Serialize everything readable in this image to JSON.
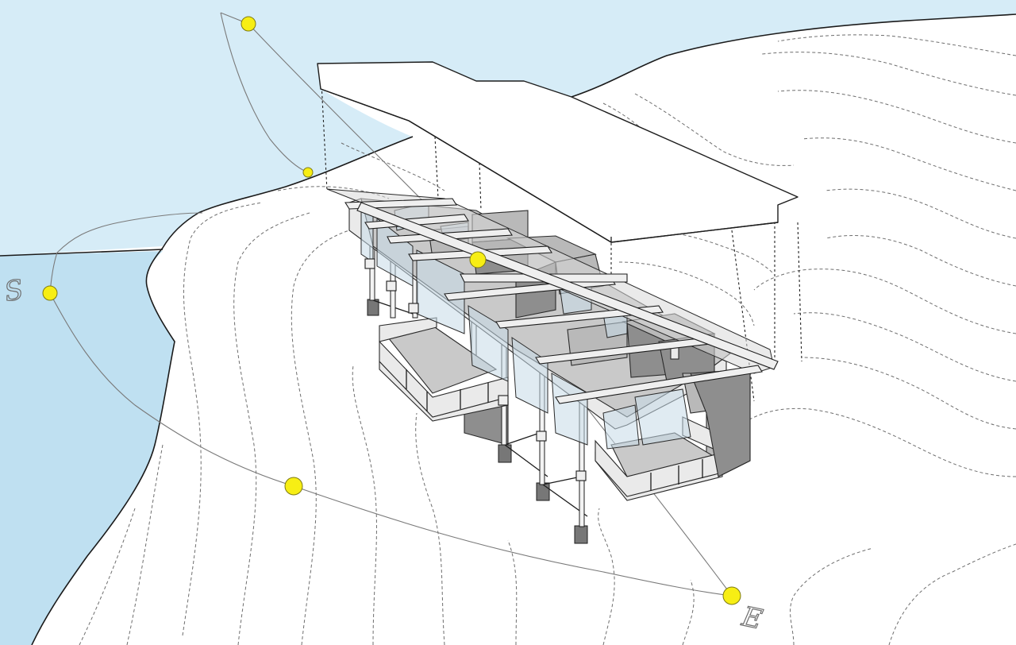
{
  "colors": {
    "water": "#d6ecf7",
    "water_deep": "#bfe0f1",
    "land": "#ffffff",
    "sun_marker": "#f7ee14",
    "sun_marker_stroke": "#7d7a14",
    "glass": "#c7dbe8",
    "structure_shade": "#8e8e8e"
  },
  "compass": {
    "south": "S",
    "east": "E"
  },
  "sun_positions": [
    {
      "id": "sun-path-north-high",
      "label": ""
    },
    {
      "id": "sun-path-north-low",
      "label": ""
    },
    {
      "id": "sun-path-zenith",
      "label": ""
    },
    {
      "id": "sun-path-west",
      "label": ""
    },
    {
      "id": "sun-path-south-mid",
      "label": ""
    },
    {
      "id": "sun-path-east",
      "label": ""
    }
  ]
}
